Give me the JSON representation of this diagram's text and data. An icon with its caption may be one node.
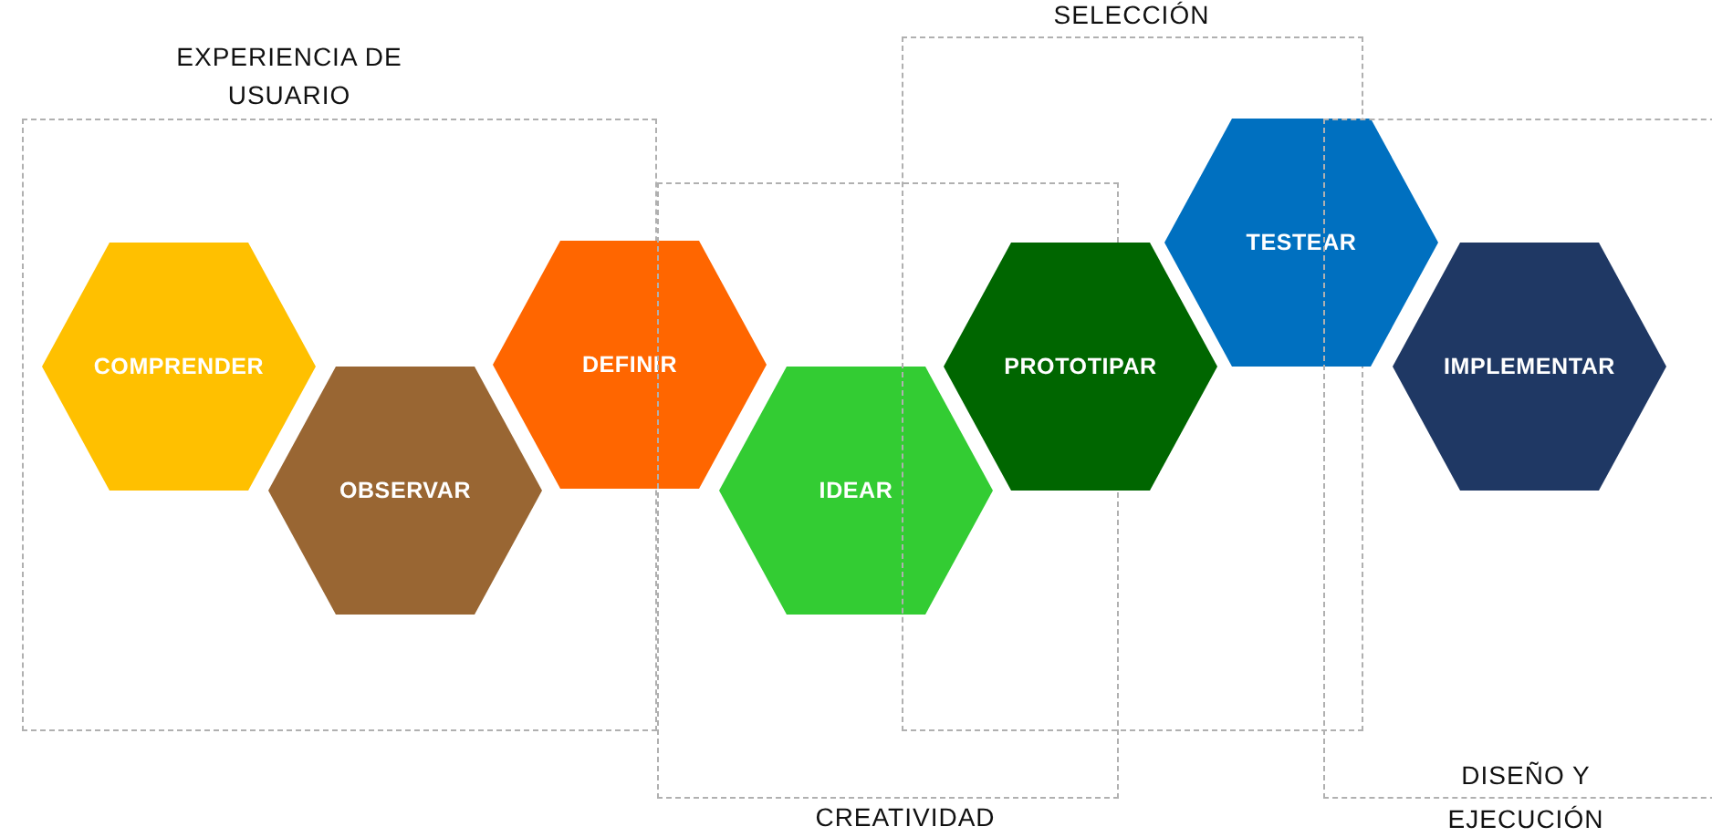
{
  "diagram": {
    "nodes": [
      {
        "text": [
          "EXPERIENCIA DE USUARIO"
        ]
      },
      {
        "text": [
          "COMPRENDER"
        ],
        "in": 0
      },
      {
        "text": [
          "OBSERVAR"
        ],
        "in": 0
      },
      {
        "text": [
          "DEFINIR"
        ]
      },
      {
        "text": [
          "CREATIVIDAD"
        ]
      },
      {
        "text": [
          "IDEAR"
        ],
        "in": 4
      },
      {
        "text": [
          "SELECCIÓN"
        ]
      },
      {
        "text": [
          "PROTOTIPAR"
        ],
        "in": 6
      },
      {
        "text": [
          "TESTEAR"
        ]
      },
      {
        "text": [
          "DISEÑO Y EJECUCIÓN"
        ]
      },
      {
        "text": [
          "IMPLEMENTAR"
        ],
        "in": 9
      }
    ],
    "edges": []
  }
}
